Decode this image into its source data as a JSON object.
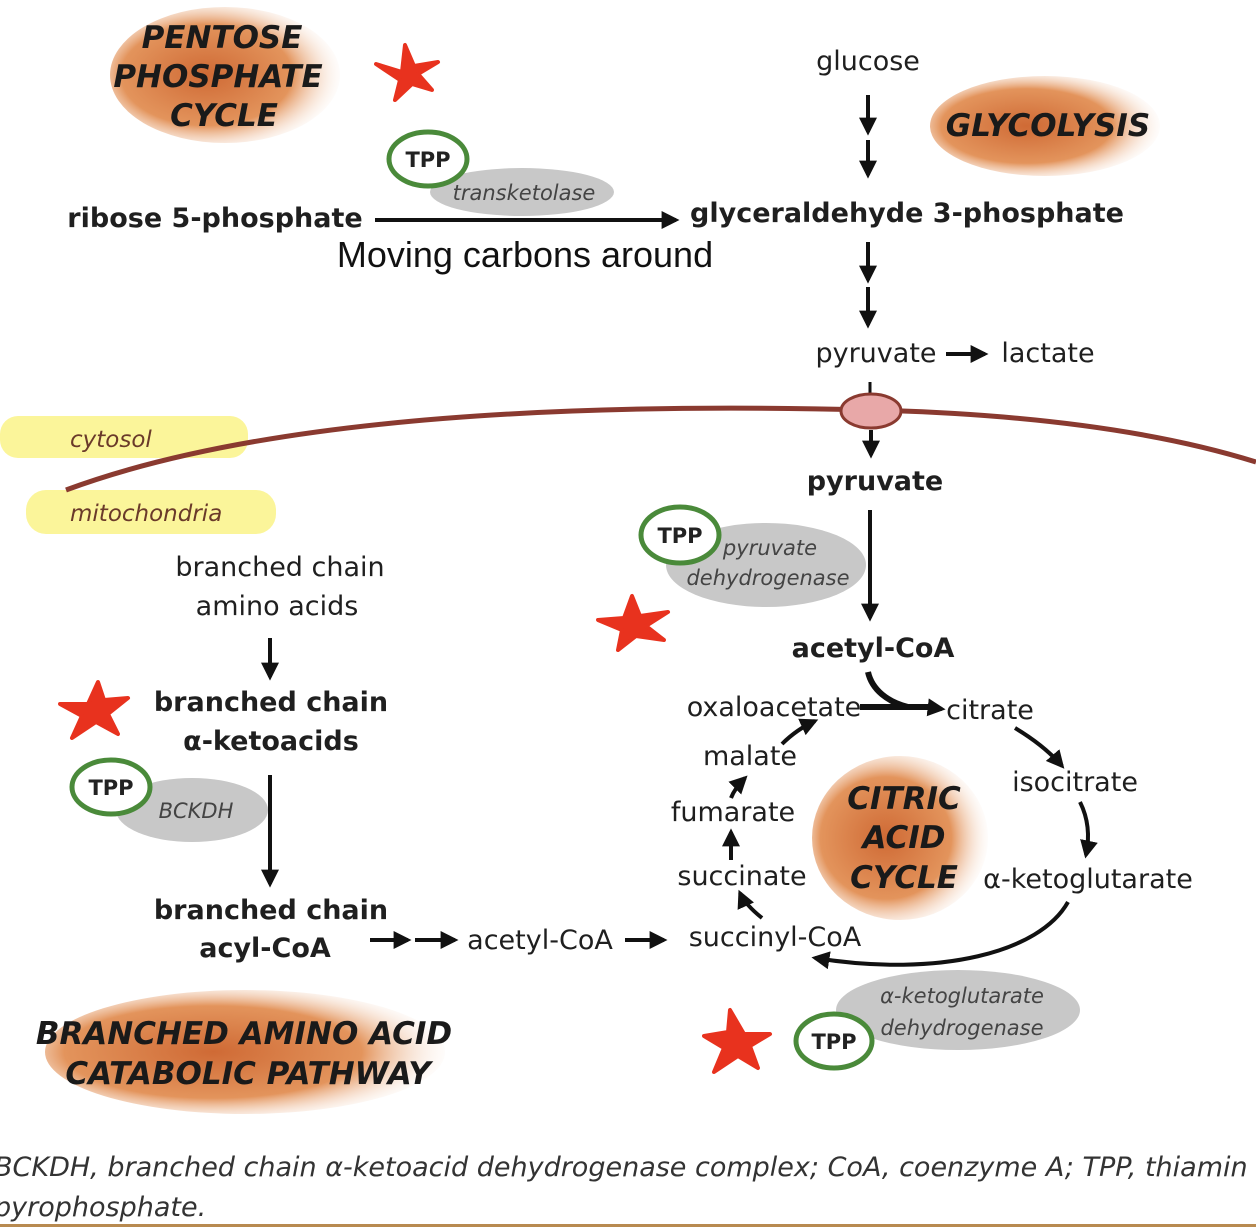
{
  "pathways": {
    "pentose_line1": "PENTOSE",
    "pentose_line2": "PHOSPHATE",
    "pentose_line3": "CYCLE",
    "glycolysis": "GLYCOLYSIS",
    "citric_line1": "CITRIC",
    "citric_line2": "ACID",
    "citric_line3": "CYCLE",
    "branched_line1": "BRANCHED AMINO ACID",
    "branched_line2": "CATABOLIC PATHWAY"
  },
  "compartments": {
    "cytosol": "cytosol",
    "mitochondria": "mitochondria"
  },
  "metabolites": {
    "glucose": "glucose",
    "g3p": "glyceraldehyde 3-phosphate",
    "ribose5p": "ribose 5-phosphate",
    "pyruvate_cyto": "pyruvate",
    "lactate": "lactate",
    "pyruvate_mito": "pyruvate",
    "acetylcoa_main": "acetyl-CoA",
    "oxaloacetate": "oxaloacetate",
    "citrate": "citrate",
    "isocitrate": "isocitrate",
    "akg": "α-ketoglutarate",
    "succinylcoa": "succinyl-CoA",
    "succinate": "succinate",
    "fumarate": "fumarate",
    "malate": "malate",
    "bcaa_line1": "branched chain",
    "bcaa_line2": "amino acids",
    "bcka_line1": "branched chain",
    "bcka_line2": "α-ketoacids",
    "bcacyl_line1": "branched chain",
    "bcacyl_line2": "acyl-CoA",
    "acetylcoa_branch": "acetyl-CoA"
  },
  "enzymes": {
    "transketolase": "transketolase",
    "pdh_line1": "pyruvate",
    "pdh_line2": "dehydrogenase",
    "bckdh": "BCKDH",
    "akgdh_line1": "α-ketoglutarate",
    "akgdh_line2": "dehydrogenase"
  },
  "cofactor": {
    "tpp": "TPP"
  },
  "annotation": {
    "note": "Moving carbons around"
  },
  "caption": {
    "line1": "BCKDH, branched chain α-ketoacid dehydrogenase complex; CoA, coenzyme A; TPP, thiamin",
    "line2": "pyrophosphate."
  },
  "colors": {
    "pathway_blob": "#d9773f",
    "membrane": "#8a3a30",
    "channel": "#e8a8a8",
    "enzyme_oval": "#c8c8c8",
    "tpp_ring": "#4a8a3a",
    "highlight": "#fbf59a",
    "star": "#e8321e"
  }
}
